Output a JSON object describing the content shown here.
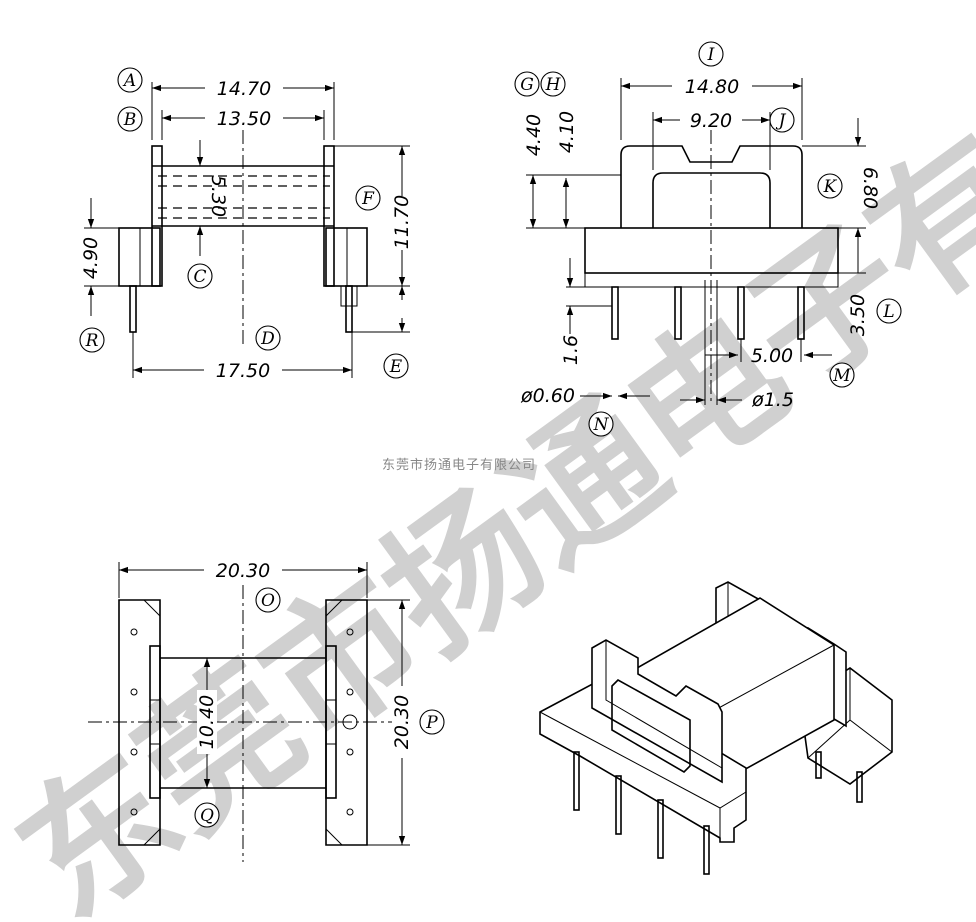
{
  "watermark": {
    "large": "东莞市扬通电子有限公司",
    "small": "东莞市扬通电子有限公司"
  },
  "dimensions": {
    "d1": "14.70",
    "d2": "13.50",
    "d3": "5.30",
    "d4": "4.90",
    "d5": "11.70",
    "d6": "17.50",
    "d7": "14.80",
    "d8": "9.20",
    "d9": "4.40",
    "d10": "4.10",
    "d11": "6.80",
    "d12": "3.50",
    "d13": "5.00",
    "d14": "1.6",
    "d15": "ø0.60",
    "d16": "ø1.5",
    "d17": "20.30",
    "d18": "10.40",
    "d19": "20.30"
  },
  "labels": {
    "A": "A",
    "B": "B",
    "C": "C",
    "D": "D",
    "E": "E",
    "F": "F",
    "G": "G",
    "H": "H",
    "I": "I",
    "J": "J",
    "K": "K",
    "L": "L",
    "M": "M",
    "N": "N",
    "O": "O",
    "P": "P",
    "Q": "Q",
    "R": "R"
  }
}
